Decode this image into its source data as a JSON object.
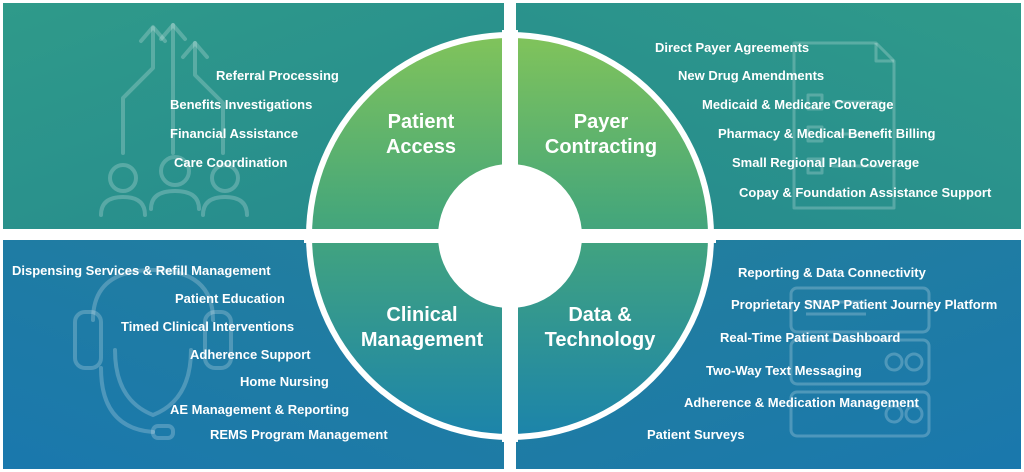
{
  "quadrants": {
    "patient_access": {
      "line1": "Patient",
      "line2": "Access",
      "items": [
        "Referral Processing",
        "Benefits Investigations",
        "Financial Assistance",
        "Care Coordination"
      ]
    },
    "payer_contracting": {
      "line1": "Payer",
      "line2": "Contracting",
      "items": [
        "Direct Payer Agreements",
        "New Drug Amendments",
        "Medicaid & Medicare Coverage",
        "Pharmacy & Medical Benefit Billing",
        "Small Regional Plan Coverage",
        "Copay & Foundation Assistance Support"
      ]
    },
    "clinical_management": {
      "line1": "Clinical",
      "line2": "Management",
      "items": [
        "Dispensing Services & Refill Management",
        "Patient Education",
        "Timed Clinical Interventions",
        "Adherence Support",
        "Home Nursing",
        "AE Management & Reporting",
        "REMS Program Management"
      ]
    },
    "data_technology": {
      "line1": "Data &",
      "line2": "Technology",
      "items": [
        "Reporting & Data Connectivity",
        "Proprietary SNAP Patient Journey Platform",
        "Real-Time Patient Dashboard",
        "Two-Way Text Messaging",
        "Adherence & Medication Management",
        "Patient Surveys"
      ]
    }
  },
  "icons": {
    "patient_access": "people-arrows-icon",
    "payer_contracting": "document-checklist-icon",
    "clinical_management": "headset-icon",
    "data_technology": "server-icon"
  },
  "colors": {
    "teal_panel": "#2f9a8a",
    "blue_panel": "#1a78ad",
    "circle_top": "#7fc25a",
    "circle_bottom": "#1e86a8",
    "text": "#ffffff"
  }
}
